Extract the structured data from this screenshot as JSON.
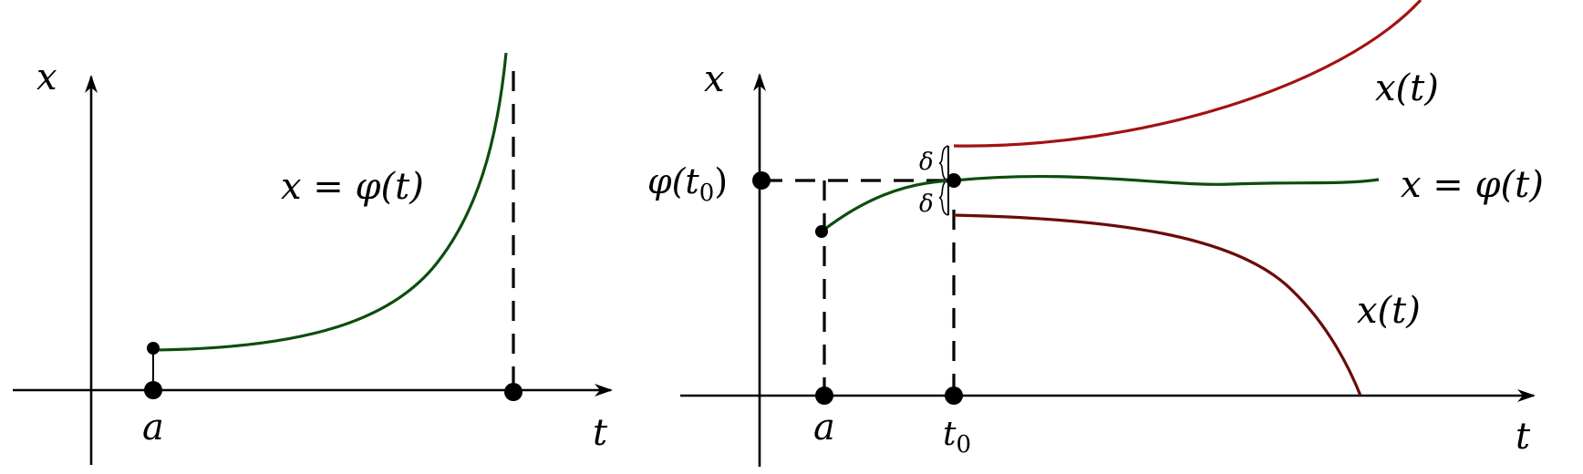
{
  "colors": {
    "solution_curve": "#0d4d0d",
    "upper_curve": "#a31212",
    "lower_curve": "#6b0b0b",
    "axes": "#000000"
  },
  "left_diagram": {
    "x_axis_label": "t",
    "y_axis_label": "x",
    "point_label_a": "a",
    "curve_label": "x = φ(t)"
  },
  "right_diagram": {
    "x_axis_label": "t",
    "y_axis_label": "x",
    "point_label_a": "a",
    "point_label_t0": "t",
    "point_label_t0_sub": "0",
    "y_value_label": "φ(t",
    "y_value_label_sub": "0",
    "y_value_label_end": ")",
    "delta_upper": "δ",
    "delta_lower": "δ",
    "curve_label": "x = φ(t)",
    "upper_curve_label": "x(t)",
    "lower_curve_label": "x(t)"
  }
}
